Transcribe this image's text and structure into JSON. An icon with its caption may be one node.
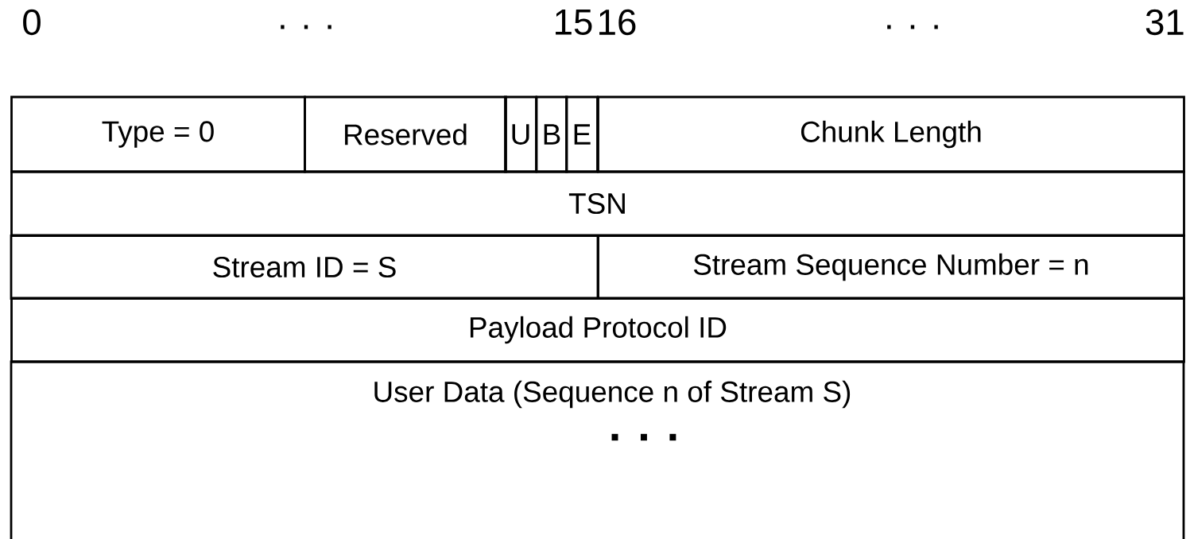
{
  "diagram": {
    "nodes": [
      {
        "text": [
          "Type = 0"
        ]
      },
      {
        "text": [
          "Reserved"
        ]
      },
      {
        "text": [
          "U"
        ]
      },
      {
        "text": [
          "B"
        ]
      },
      {
        "text": [
          "E"
        ]
      },
      {
        "text": [
          "Chunk Length"
        ]
      },
      {
        "text": [
          "TSN"
        ]
      },
      {
        "text": [
          "Stream ID = S"
        ]
      },
      {
        "text": [
          "Stream Sequence Number = n"
        ]
      },
      {
        "text": [
          "Payload Protocol ID"
        ]
      },
      {
        "text": [
          "User Data (Sequence n of Stream S)",
          ". . ."
        ]
      }
    ],
    "labels": [
      "0",
      ". . .",
      "15",
      "16",
      ". . .",
      "31"
    ]
  }
}
